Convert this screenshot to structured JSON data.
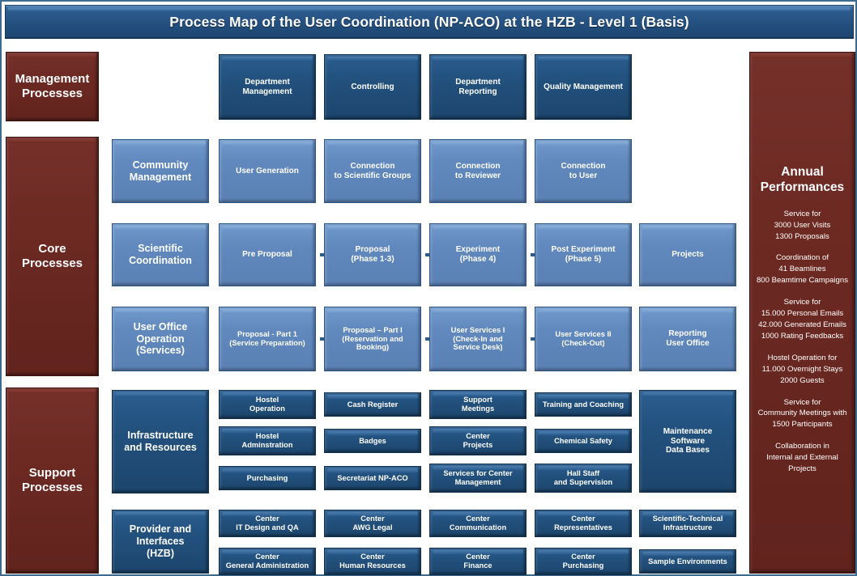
{
  "header": {
    "title": "Process Map of the User Coordination (NP-ACO) at the HZB - Level 1 (Basis)"
  },
  "colors": {
    "title_bar_blue": "#24507f",
    "dark_red": "#6d2a23",
    "dark_blue": "#23527f",
    "light_blue": "#6189bd",
    "page_border": "#3d6a8f"
  },
  "categories": {
    "management": "Management\nProcesses",
    "management_l1": "Management",
    "management_l2": "Processes",
    "core_l1": "Core",
    "core_l2": "Processes",
    "support_l1": "Support",
    "support_l2": "Processes"
  },
  "rows": {
    "management_processes": {
      "label_lines": [
        "Management",
        "Processes"
      ],
      "boxes": [
        {
          "lines": [
            "Department",
            "Management"
          ]
        },
        {
          "lines": [
            "Controlling"
          ]
        },
        {
          "lines": [
            "Department",
            "Reporting"
          ]
        },
        {
          "lines": [
            "Quality Management"
          ]
        }
      ]
    },
    "community_management": {
      "group": {
        "lines": [
          "Community",
          "Management"
        ]
      },
      "boxes": [
        {
          "lines": [
            "User Generation"
          ]
        },
        {
          "lines": [
            "Connection",
            "to Scientific Groups"
          ]
        },
        {
          "lines": [
            "Connection",
            "to Reviewer"
          ]
        },
        {
          "lines": [
            "Connection",
            "to User"
          ]
        }
      ]
    },
    "scientific_coordination": {
      "group": {
        "lines": [
          "Scientific",
          "Coordination"
        ]
      },
      "boxes": [
        {
          "lines": [
            "Pre Proposal"
          ]
        },
        {
          "lines": [
            "Proposal",
            "(Phase 1-3)"
          ]
        },
        {
          "lines": [
            "Experiment",
            "(Phase 4)"
          ]
        },
        {
          "lines": [
            "Post Experiment",
            "(Phase 5)"
          ]
        },
        {
          "lines": [
            "Projects"
          ]
        }
      ],
      "arrows": 3
    },
    "user_office_operation": {
      "group": {
        "lines": [
          "User Office",
          "Operation",
          "(Services)"
        ]
      },
      "boxes": [
        {
          "lines": [
            "Proposal - Part 1",
            "(Service Preparation)"
          ]
        },
        {
          "lines": [
            "Proposal – Part I",
            "(Reservation and",
            "Booking)"
          ]
        },
        {
          "lines": [
            "User Services I",
            "(Check-In and",
            "Service Desk)"
          ]
        },
        {
          "lines": [
            "User Services II",
            "(Check-Out)"
          ]
        },
        {
          "lines": [
            "Reporting",
            "User Office"
          ]
        }
      ],
      "arrows": 3
    },
    "infrastructure_and_resources": {
      "group": {
        "lines": [
          "Infrastructure",
          "and Resources"
        ]
      },
      "boxes": [
        {
          "lines": [
            "Hostel",
            "Operation"
          ]
        },
        {
          "lines": [
            "Cash Register"
          ]
        },
        {
          "lines": [
            "Support",
            "Meetings"
          ]
        },
        {
          "lines": [
            "Training and Coaching"
          ]
        },
        {
          "lines": [
            "Hostel",
            "Adminstration"
          ]
        },
        {
          "lines": [
            "Badges"
          ]
        },
        {
          "lines": [
            "Center",
            "Projects"
          ]
        },
        {
          "lines": [
            "Chemical Safety"
          ]
        },
        {
          "lines": [
            "Purchasing"
          ]
        },
        {
          "lines": [
            "Secretariat NP-ACO"
          ]
        },
        {
          "lines": [
            "Services for Center",
            "Management"
          ]
        },
        {
          "lines": [
            "Hall Staff",
            "and Supervision"
          ]
        }
      ],
      "tall_box": {
        "lines": [
          "Maintenance",
          "Software",
          "Data Bases"
        ]
      }
    },
    "provider_and_interfaces": {
      "group": {
        "lines": [
          "Provider and",
          "Interfaces",
          "(HZB)"
        ]
      },
      "boxes": [
        {
          "lines": [
            "Center",
            "IT Design and QA"
          ]
        },
        {
          "lines": [
            "Center",
            "AWG Legal"
          ]
        },
        {
          "lines": [
            "Center",
            "Communication"
          ]
        },
        {
          "lines": [
            "Center",
            "Representatives"
          ]
        },
        {
          "lines": [
            "Scientific-Technical",
            "Infrastructure"
          ]
        },
        {
          "lines": [
            "Center",
            "General  Administration"
          ]
        },
        {
          "lines": [
            "Center",
            "Human Resources"
          ]
        },
        {
          "lines": [
            "Center",
            "Finance"
          ]
        },
        {
          "lines": [
            "Center",
            "Purchasing"
          ]
        },
        {
          "lines": [
            "Sample Environments"
          ]
        }
      ]
    }
  },
  "annual_performances": {
    "title_lines": [
      "Annual",
      "Performances"
    ],
    "groups": [
      [
        "Service for",
        "3000 User Visits",
        "1300 Proposals"
      ],
      [
        "Coordination  of",
        "41 Beamlines",
        "800 Beamtime Campaigns"
      ],
      [
        "Service for",
        "15.000 Personal Emails",
        "42.000 Generated Emails",
        "1000 Rating Feedbacks"
      ],
      [
        "Hostel Operation for",
        "11.000 Overnight Stays",
        "2000 Guests"
      ],
      [
        "Service for",
        "Community Meetings with",
        "1500 Participants"
      ],
      [
        "Collaboration in",
        "Internal and External",
        "Projects"
      ]
    ]
  }
}
